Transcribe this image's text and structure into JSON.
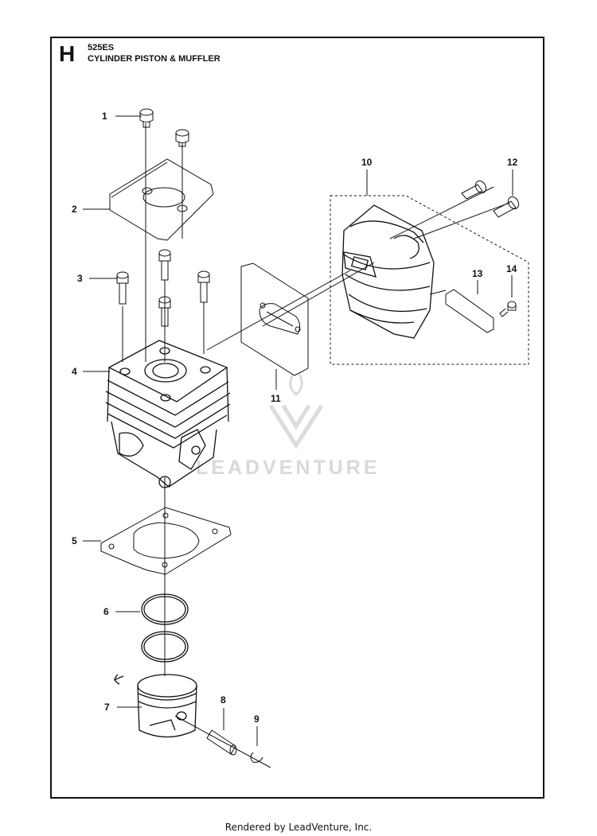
{
  "header": {
    "section_letter": "H",
    "model": "525ES",
    "title": "CYLINDER PISTON & MUFFLER"
  },
  "callouts": [
    "1",
    "2",
    "3",
    "4",
    "5",
    "6",
    "7",
    "8",
    "9",
    "10",
    "11",
    "12",
    "13",
    "14"
  ],
  "watermark": {
    "text": "LEADVENTURE"
  },
  "footer": {
    "text": "Rendered by LeadVenture, Inc."
  },
  "colors": {
    "line": "#111111",
    "watermark": "#d9d9d9",
    "background": "#ffffff"
  }
}
